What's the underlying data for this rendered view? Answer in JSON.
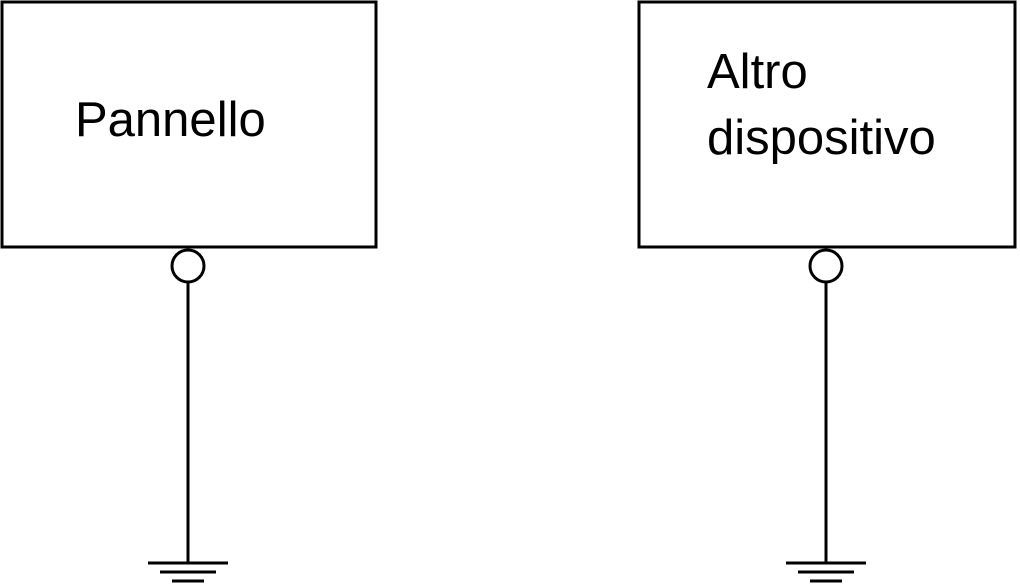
{
  "diagram": {
    "panel": {
      "label": "Pannello"
    },
    "other_device": {
      "label_line1": "Altro",
      "label_line2": "dispositivo"
    },
    "colors": {
      "stroke": "#000000",
      "background": "#ffffff"
    }
  }
}
